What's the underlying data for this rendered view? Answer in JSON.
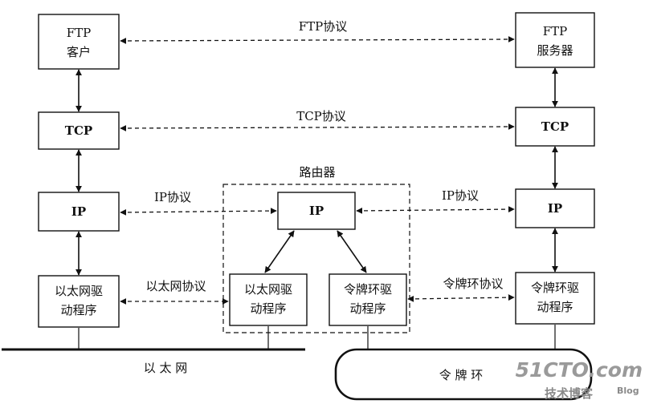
{
  "diagram": {
    "left": {
      "ftp_client": {
        "line1": "FTP",
        "line2": "客户"
      },
      "tcp": "TCP",
      "ip": "IP",
      "eth_driver": {
        "line1": "以太网驱",
        "line2": "动程序"
      }
    },
    "right": {
      "ftp_server": {
        "line1": "FTP",
        "line2": "服务器"
      },
      "tcp": "TCP",
      "ip": "IP",
      "token_driver": {
        "line1": "令牌环驱",
        "line2": "动程序"
      }
    },
    "router": {
      "label": "路由器",
      "ip": "IP",
      "eth_driver": {
        "line1": "以太网驱",
        "line2": "动程序"
      },
      "token_driver": {
        "line1": "令牌环驱",
        "line2": "动程序"
      }
    },
    "protocols": {
      "ftp": "FTP协议",
      "tcp": "TCP协议",
      "ip_left": "IP协议",
      "ip_right": "IP协议",
      "ethernet": "以太网协议",
      "token_ring": "令牌环协议"
    },
    "networks": {
      "ethernet": "以 太 网",
      "token_ring": "令 牌 环"
    }
  },
  "watermark": {
    "main": "51CTO.com",
    "sub": "技术博客",
    "tag": "Blog"
  }
}
